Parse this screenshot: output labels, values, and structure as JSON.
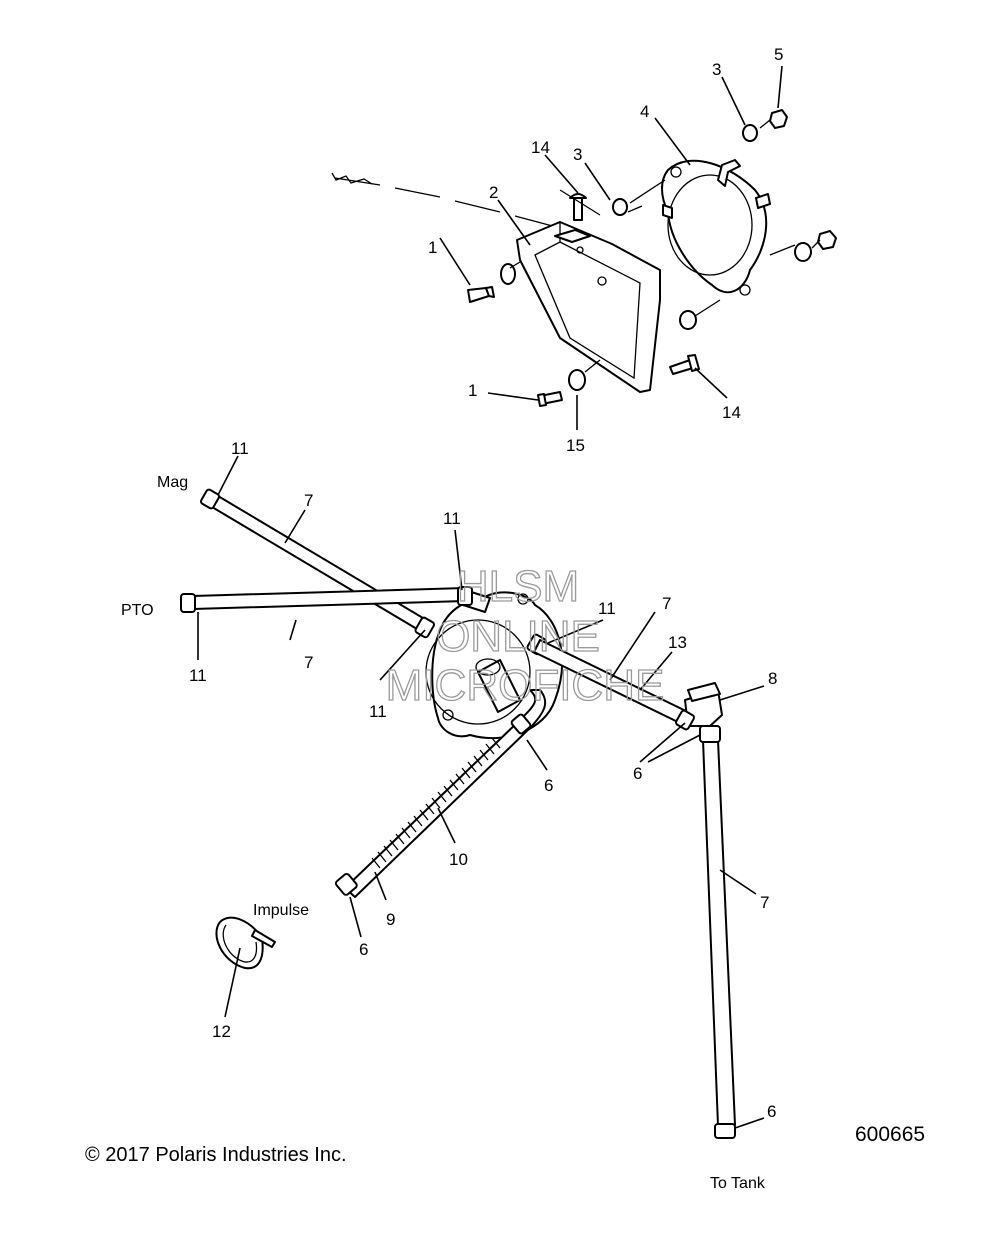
{
  "callouts": {
    "c1a": "1",
    "c1b": "1",
    "c2": "2",
    "c3a": "3",
    "c3b": "3",
    "c4": "4",
    "c5": "5",
    "c14a": "14",
    "c14b": "14",
    "c15": "15",
    "c11a": "11",
    "c11b": "11",
    "c11c": "11",
    "c11d": "11",
    "c11e": "11",
    "c7a": "7",
    "c7b": "7",
    "c7c": "7",
    "c7d": "7",
    "c13": "13",
    "c8": "8",
    "c6a": "6",
    "c6b": "6",
    "c6c": "6",
    "c6d": "6",
    "c10": "10",
    "c9": "9",
    "c12": "12"
  },
  "labels": {
    "mag": "Mag",
    "pto": "PTO",
    "impulse": "Impulse",
    "to_tank": "To Tank"
  },
  "watermark": {
    "line1": "HLSM",
    "line2": "ONLINE",
    "line3": "MICROFICHE"
  },
  "footer": {
    "copyright": "© 2017 Polaris Industries Inc.",
    "figure_number": "600665"
  }
}
